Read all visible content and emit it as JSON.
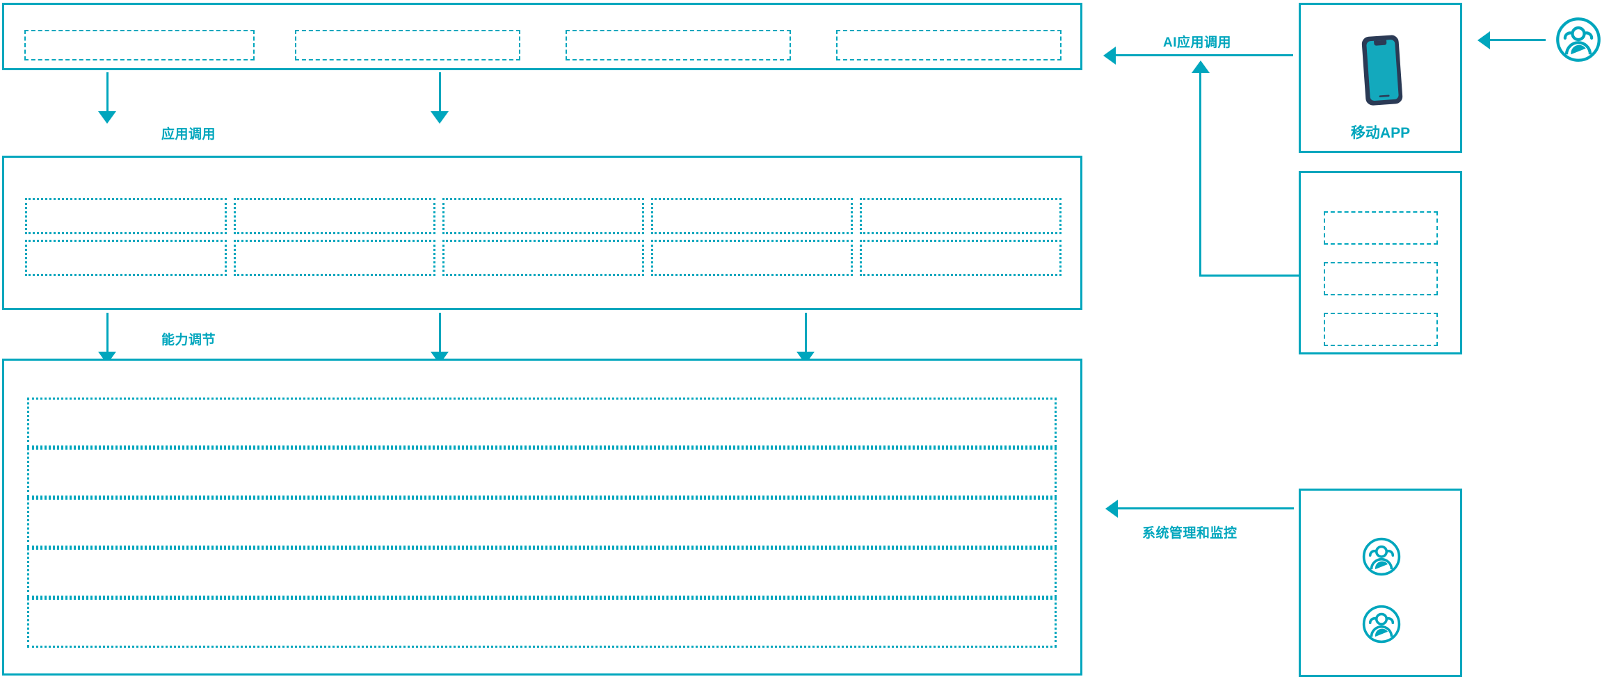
{
  "diagram": {
    "accent_color": "#00a6bd",
    "icon_dark_color": "#2b3a55",
    "background": "#ffffff"
  },
  "layers": [
    {
      "id": "application-layer",
      "name": "application-layer",
      "title": "",
      "cells": [
        {
          "label": ""
        },
        {
          "label": ""
        },
        {
          "label": ""
        },
        {
          "label": ""
        }
      ]
    },
    {
      "id": "capability-layer",
      "name": "capability-layer",
      "title": "",
      "cells": [
        {
          "label": ""
        },
        {
          "label": ""
        },
        {
          "label": ""
        },
        {
          "label": ""
        },
        {
          "label": ""
        },
        {
          "label": ""
        },
        {
          "label": ""
        },
        {
          "label": ""
        },
        {
          "label": ""
        },
        {
          "label": ""
        }
      ]
    },
    {
      "id": "infrastructure-layer",
      "name": "infrastructure-layer",
      "title": "",
      "cells": [
        {
          "label": ""
        },
        {
          "label": ""
        },
        {
          "label": ""
        },
        {
          "label": ""
        },
        {
          "label": ""
        }
      ]
    }
  ],
  "flows": {
    "application_call": "应用调用",
    "capability_adjust": "能力调节",
    "ai_application_call": "AI应用调用",
    "system_management_monitoring": "系统管理和监控"
  },
  "panels": {
    "mobile_app": {
      "label": "移动APP",
      "icon": "mobile-phone-icon"
    },
    "middle_panel": {
      "label": "",
      "cells": [
        {
          "label": ""
        },
        {
          "label": ""
        },
        {
          "label": ""
        }
      ]
    },
    "admin_panel": {
      "label": "",
      "icons": [
        "user-group-icon",
        "user-group-icon"
      ]
    },
    "end_user": {
      "label": "",
      "icon": "user-group-icon"
    }
  }
}
